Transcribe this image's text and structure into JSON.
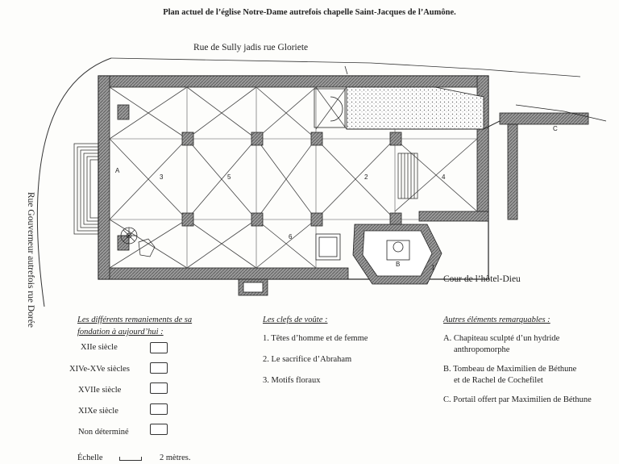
{
  "title": "Plan actuel de l’église Notre-Dame autrefois chapelle Saint-Jacques de l’Aumône.",
  "streets": {
    "top": "Rue de Sully jadis rue Gloriete",
    "left": "Rue Gouverneur autrefois rue Dorée",
    "court": "Cour de l’hôtel-Dieu"
  },
  "plan_markers": {
    "a": "A",
    "b": "B",
    "c": "C",
    "n1": "1",
    "n2": "2",
    "n3": "3",
    "n4": "4",
    "n5": "5",
    "n6": "6"
  },
  "legend_periods": {
    "heading_line1": "Les différents remaniements de sa",
    "heading_line2": "fondation à aujourd’hui :",
    "items": [
      {
        "label": "XIIe siècle"
      },
      {
        "label": "XIVe-XVe siècles"
      },
      {
        "label": "XVIIe siècle"
      },
      {
        "label": "XIXe siècle"
      },
      {
        "label": "Non déterminé"
      }
    ]
  },
  "legend_keys": {
    "heading": "Les clefs de voûte :",
    "items": [
      "1. Têtes d’homme et de femme",
      "2. Le sacrifice d’Abraham",
      "3. Motifs floraux"
    ]
  },
  "legend_other": {
    "heading": "Autres éléments remarquables :",
    "items": [
      {
        "line1": "A. Chapiteau sculpté d’un hydride",
        "line2": "anthropomorphe"
      },
      {
        "line1": "B. Tombeau de Maximilien de Béthune",
        "line2": "et de Rachel de Cochefilet"
      },
      {
        "line1": "C. Portail offert par Maximilien de Béthune",
        "line2": ""
      }
    ]
  },
  "scale": {
    "label": "Échelle",
    "value": "2 mètres."
  }
}
